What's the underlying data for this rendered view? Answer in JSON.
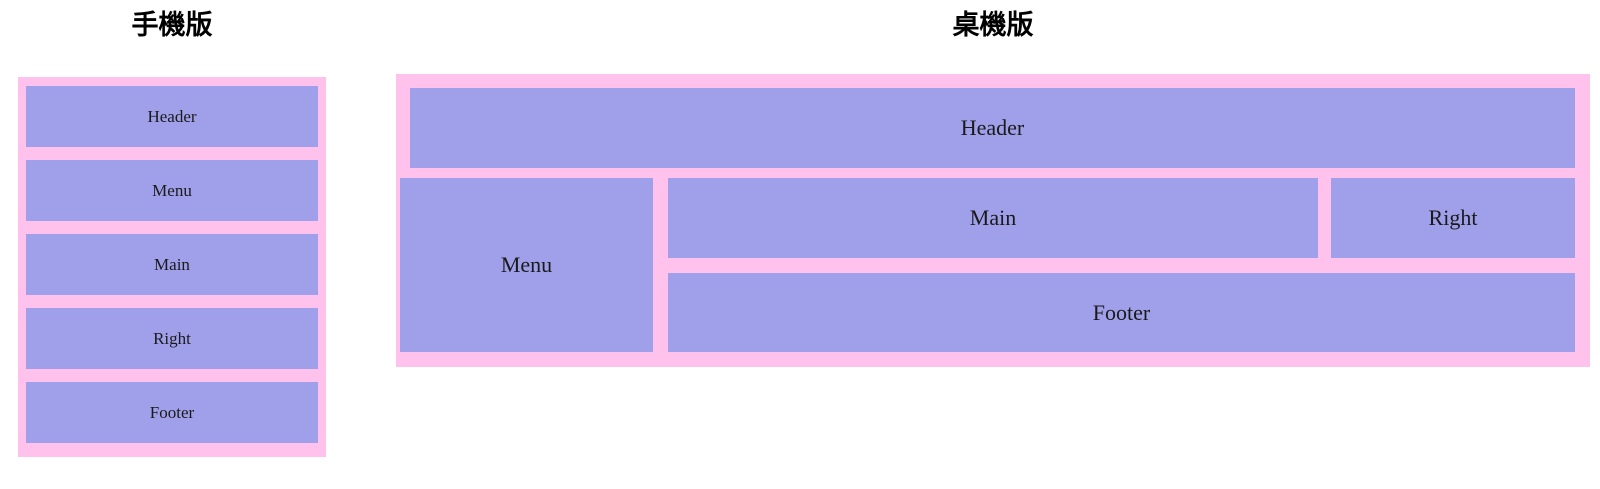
{
  "page": {
    "background_color": "#ffffff",
    "accent_block_color": "#a0a0ea",
    "accent_container_color": "#ffc2ec",
    "text_color": "#1a1a1a"
  },
  "mobile": {
    "title": "手機版",
    "blocks": [
      {
        "label": "Header"
      },
      {
        "label": "Menu"
      },
      {
        "label": "Main"
      },
      {
        "label": "Right"
      },
      {
        "label": "Footer"
      }
    ]
  },
  "desktop": {
    "title": "桌機版",
    "blocks": {
      "header": "Header",
      "menu": "Menu",
      "main": "Main",
      "right": "Right",
      "footer": "Footer"
    }
  }
}
